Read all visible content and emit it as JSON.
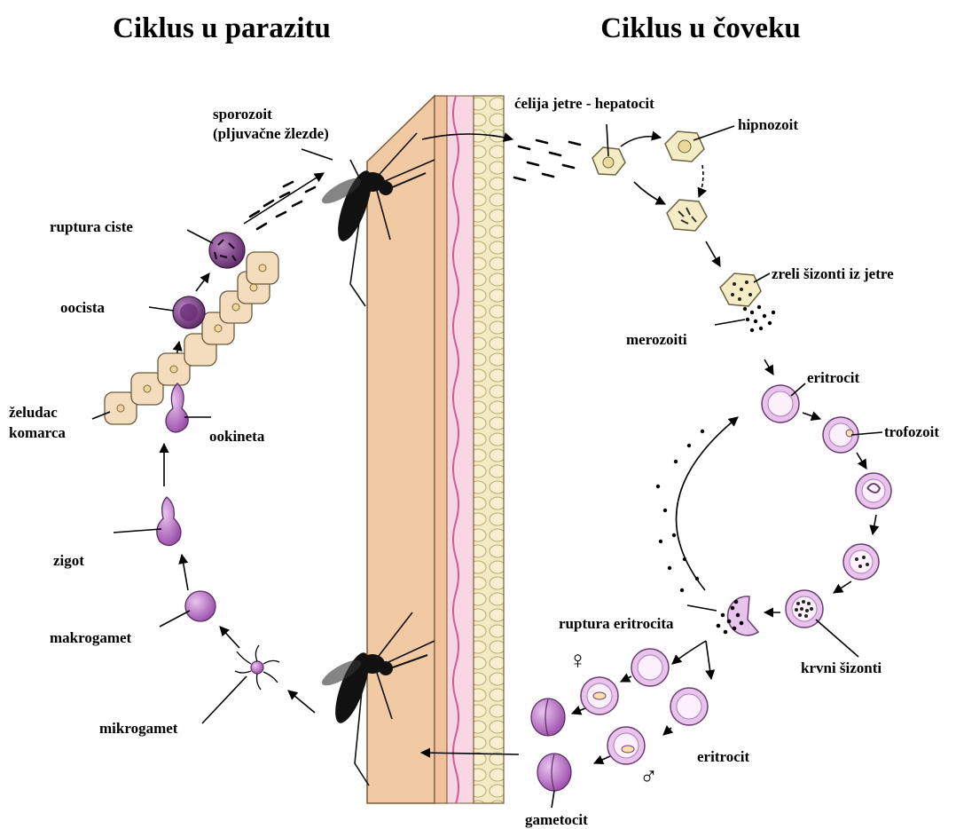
{
  "titles": {
    "left": "Ciklus u parazitu",
    "right": "Ciklus u čoveku"
  },
  "labels": {
    "sporozoit_line1": "sporozoit",
    "sporozoit_line2": "(pljuvačne žlezde)",
    "hepatocit": "ćelija jetre - hepatocit",
    "hipnozoit": "hipnozoit",
    "zreli_sizonti": "zreli šizonti iz jetre",
    "merozoiti": "merozoiti",
    "eritrocit_top": "eritrocit",
    "trofozoit": "trofozoit",
    "krvni_sizonti": "krvni šizonti",
    "ruptura_eritrocita": "ruptura eritrocita",
    "eritrocit_bottom": "eritrocit",
    "gametocit": "gametocit",
    "ruptura_ciste": "ruptura ciste",
    "oocista": "oocista",
    "zeludac_line1": "želudac",
    "zeludac_line2": "komarca",
    "ookineta": "ookineta",
    "zigot": "zigot",
    "makrogamet": "makrogamet",
    "mikrogamet": "mikrogamet",
    "female_symbol": "♀",
    "male_symbol": "♂"
  },
  "colors": {
    "skin_outer": "#f1c9a2",
    "skin_pink": "#f6cfe0",
    "fat_layer": "#efe6b8",
    "parasite_purple": "#b86fc4",
    "erythrocyte": "#e8c3ec",
    "liver_cell": "#f3ecc4"
  }
}
